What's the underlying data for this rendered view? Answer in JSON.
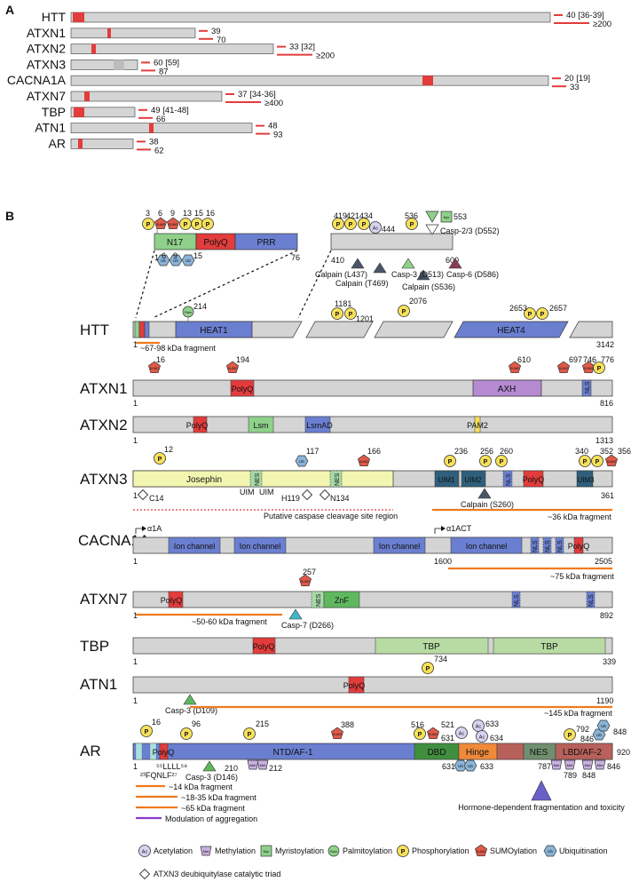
{
  "panel_a": {
    "label": "A",
    "rows": [
      {
        "gene": "HTT",
        "normal": "40 [36-39]",
        "expanded": "≥200"
      },
      {
        "gene": "ATXN1",
        "normal": "39",
        "expanded": "70"
      },
      {
        "gene": "ATXN2",
        "normal": "33 [32]",
        "expanded": "≥200"
      },
      {
        "gene": "ATXN3",
        "normal": "60 [59]",
        "expanded": "87"
      },
      {
        "gene": "CACNA1A",
        "normal": "20 [19]",
        "expanded": "33"
      },
      {
        "gene": "ATXN7",
        "normal": "37 [34-36]",
        "expanded": "≥400"
      },
      {
        "gene": "TBP",
        "normal": "49 [41-48]",
        "expanded": "66"
      },
      {
        "gene": "ATN1",
        "normal": "48",
        "expanded": "93"
      },
      {
        "gene": "AR",
        "normal": "38",
        "expanded": "62"
      }
    ]
  },
  "panel_b": {
    "label": "B",
    "inset_left": {
      "domains": [
        "N17",
        "PolyQ",
        "PRR"
      ],
      "p_sites": [
        "3",
        "6",
        "9",
        "13",
        "15",
        "16"
      ],
      "u_sites": [
        "6",
        "9",
        "15"
      ],
      "start": "1",
      "end": "76"
    },
    "inset_right": {
      "top_sites": [
        "419",
        "421",
        "434",
        "444",
        "536",
        "553"
      ],
      "cleavage": [
        "Casp-2/3 (D552)",
        "Calpain (L437)",
        "Calpain (T469)",
        "Casp-3 (D513)",
        "Calpain (S536)",
        "Casp-6 (D586)"
      ],
      "start": "410",
      "end": "600"
    },
    "htt": {
      "name": "HTT",
      "domains": [
        "HEAT1",
        "HEAT4"
      ],
      "sites": [
        "214",
        "1181",
        "1201",
        "2076",
        "2653",
        "2657"
      ],
      "start": "1",
      "end": "3142",
      "fragment": "~67-98 kDa fragment"
    },
    "atxn1": {
      "name": "ATXN1",
      "domains": [
        "PolyQ",
        "AXH",
        "NLS"
      ],
      "sites": [
        "16",
        "194",
        "610",
        "697",
        "746",
        "776"
      ],
      "start": "1",
      "end": "816"
    },
    "atxn2": {
      "name": "ATXN2",
      "domains": [
        "PolyQ",
        "Lsm",
        "LsmAD",
        "PAM2"
      ],
      "start": "1",
      "end": "1313"
    },
    "atxn3": {
      "name": "ATXN3",
      "domains": [
        "Josephin",
        "NES",
        "UIM",
        "UIM",
        "NES",
        "UIM1",
        "UIM2",
        "NLS",
        "PolyQ",
        "UIM3"
      ],
      "sites": [
        "12",
        "117",
        "166",
        "236",
        "256",
        "260",
        "340",
        "352",
        "356"
      ],
      "triad": [
        "C14",
        "H119",
        "N134"
      ],
      "cleavage": "Calpain (S260)",
      "caspase_region": "Putative caspase cleavage site region",
      "fragment": "~36 kDa fragment",
      "start": "1",
      "end": "361"
    },
    "cacna1a": {
      "name": "CACNA1A",
      "isoforms": [
        "α1A",
        "α1ACT"
      ],
      "domains": [
        "Ion channel",
        "Ion channel",
        "Ion channel",
        "Ion channel",
        "NLS",
        "NLS",
        "NLS",
        "PolyQ"
      ],
      "start": "1",
      "mid": "1600",
      "end": "2505",
      "fragment": "~75 kDa fragment"
    },
    "atxn7": {
      "name": "ATXN7",
      "domains": [
        "PolyQ",
        "NES",
        "ZnF",
        "NLS",
        "NLS"
      ],
      "sites": [
        "257"
      ],
      "cleavage": "Casp-7 (D266)",
      "fragment": "~50-60 kDa fragment",
      "start": "1",
      "end": "892"
    },
    "tbp": {
      "name": "TBP",
      "domains": [
        "PolyQ",
        "TBP",
        "TBP"
      ],
      "start": "1",
      "end": "339"
    },
    "atn1": {
      "name": "ATN1",
      "domains": [
        "PolyQ"
      ],
      "sites": [
        "734"
      ],
      "cleavage": "Casp-3 (D109)",
      "fragment": "~145 kDa fragment",
      "start": "1",
      "end": "1190"
    },
    "ar": {
      "name": "AR",
      "domains": [
        "PolyQ",
        "NTD/AF-1",
        "DBD",
        "Hinge",
        "NES",
        "LBD/AF-2"
      ],
      "sites": [
        "16",
        "96",
        "215",
        "388",
        "516",
        "521",
        "631",
        "633",
        "634",
        "631",
        "633",
        "792",
        "846",
        "848",
        "210",
        "212",
        "787",
        "789",
        "846",
        "848"
      ],
      "motifs": [
        "²³FQNLF²⁷",
        "⁵⁵LLLL⁵⁸"
      ],
      "cleavage": "Casp-3 (D146)",
      "start": "1",
      "end": "920",
      "fragments": [
        "~14 kDa fragment",
        "~18-35 kDa fragment",
        "~65 kDa fragment",
        "Modulation of aggregation"
      ],
      "hormone_note": "Hormone-dependent fragmentation and toxicity"
    },
    "legend": [
      {
        "label": "Acetylation"
      },
      {
        "label": "Methylation"
      },
      {
        "label": "Myristoylation"
      },
      {
        "label": "Palmitoylation"
      },
      {
        "label": "Phosphorylation"
      },
      {
        "label": "SUMOylation"
      },
      {
        "label": "Ubiquitination"
      },
      {
        "label": "ATXN3 deubiquitylase catalytic triad"
      }
    ]
  },
  "colors": {
    "bar": "#d4d4d4",
    "polyq": "#e23c3c",
    "blue": "#6b7fd1",
    "green": "#8fd18a",
    "purple": "#b58ad1",
    "yellow": "#f5f0a0",
    "orange": "#f07a1e",
    "teal": "#a8e0e0",
    "brown": "#b8605a",
    "phos": "#f7e15a"
  }
}
